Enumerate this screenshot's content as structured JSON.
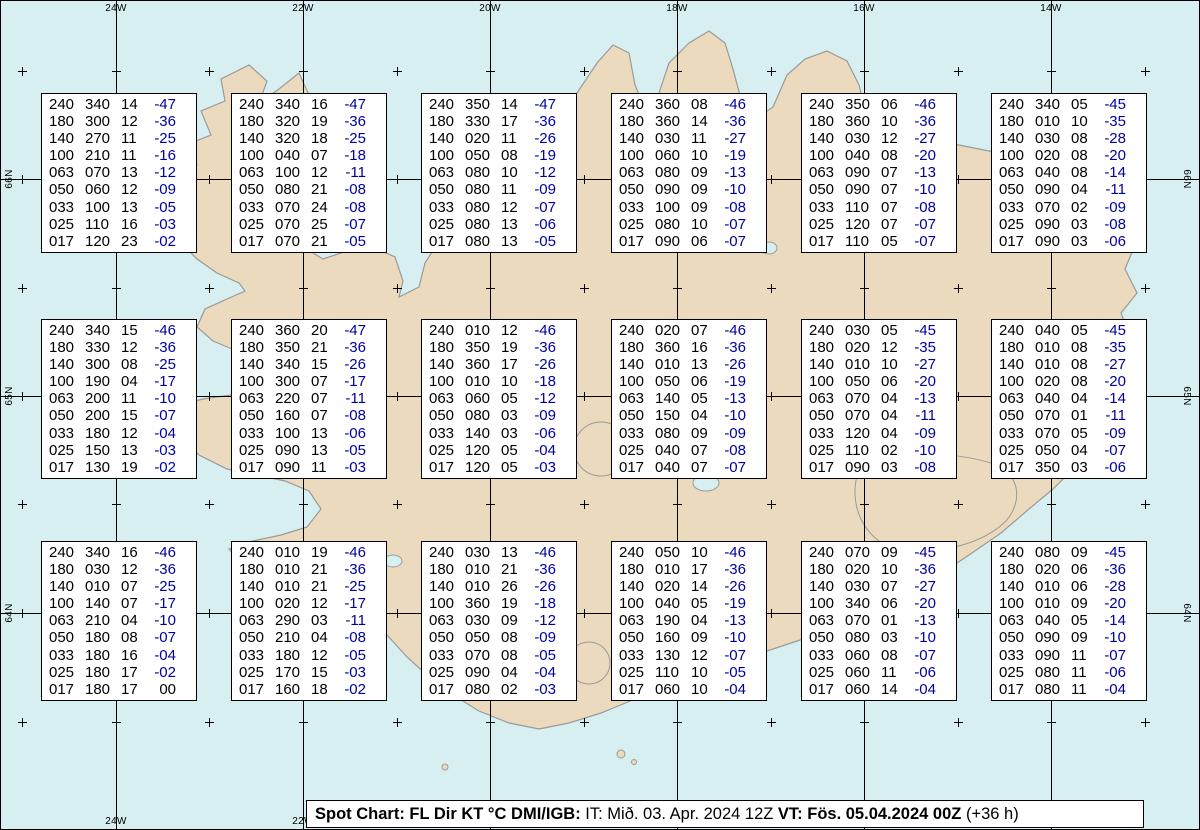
{
  "map": {
    "sea_color": "#d7eff1",
    "land_color": "#ecdabf",
    "coast_color": "#9a9a9a",
    "grid_color": "#000000",
    "temp_color": "#0000a0",
    "lon_labels": [
      "24W",
      "22W",
      "20W",
      "18W",
      "16W",
      "14W"
    ],
    "lat_labels": [
      "66N",
      "65N",
      "64N"
    ]
  },
  "stations": [
    [
      [
        "240",
        "340",
        "14",
        "-47"
      ],
      [
        "180",
        "300",
        "12",
        "-36"
      ],
      [
        "140",
        "270",
        "11",
        "-25"
      ],
      [
        "100",
        "210",
        "11",
        "-16"
      ],
      [
        "063",
        "070",
        "13",
        "-12"
      ],
      [
        "050",
        "060",
        "12",
        "-09"
      ],
      [
        "033",
        "100",
        "13",
        "-05"
      ],
      [
        "025",
        "110",
        "16",
        "-03"
      ],
      [
        "017",
        "120",
        "23",
        "-02"
      ]
    ],
    [
      [
        "240",
        "340",
        "16",
        "-47"
      ],
      [
        "180",
        "320",
        "19",
        "-36"
      ],
      [
        "140",
        "320",
        "18",
        "-25"
      ],
      [
        "100",
        "040",
        "07",
        "-18"
      ],
      [
        "063",
        "100",
        "12",
        "-11"
      ],
      [
        "050",
        "080",
        "21",
        "-08"
      ],
      [
        "033",
        "070",
        "24",
        "-08"
      ],
      [
        "025",
        "070",
        "25",
        "-07"
      ],
      [
        "017",
        "070",
        "21",
        "-05"
      ]
    ],
    [
      [
        "240",
        "350",
        "14",
        "-47"
      ],
      [
        "180",
        "330",
        "17",
        "-36"
      ],
      [
        "140",
        "020",
        "11",
        "-26"
      ],
      [
        "100",
        "050",
        "08",
        "-19"
      ],
      [
        "063",
        "080",
        "10",
        "-12"
      ],
      [
        "050",
        "080",
        "11",
        "-09"
      ],
      [
        "033",
        "080",
        "12",
        "-07"
      ],
      [
        "025",
        "080",
        "13",
        "-06"
      ],
      [
        "017",
        "080",
        "13",
        "-05"
      ]
    ],
    [
      [
        "240",
        "360",
        "08",
        "-46"
      ],
      [
        "180",
        "360",
        "14",
        "-36"
      ],
      [
        "140",
        "030",
        "11",
        "-27"
      ],
      [
        "100",
        "060",
        "10",
        "-19"
      ],
      [
        "063",
        "080",
        "09",
        "-13"
      ],
      [
        "050",
        "090",
        "09",
        "-10"
      ],
      [
        "033",
        "100",
        "09",
        "-08"
      ],
      [
        "025",
        "080",
        "10",
        "-07"
      ],
      [
        "017",
        "090",
        "06",
        "-07"
      ]
    ],
    [
      [
        "240",
        "350",
        "06",
        "-46"
      ],
      [
        "180",
        "360",
        "10",
        "-36"
      ],
      [
        "140",
        "030",
        "12",
        "-27"
      ],
      [
        "100",
        "040",
        "08",
        "-20"
      ],
      [
        "063",
        "090",
        "07",
        "-13"
      ],
      [
        "050",
        "090",
        "07",
        "-10"
      ],
      [
        "033",
        "110",
        "07",
        "-08"
      ],
      [
        "025",
        "120",
        "07",
        "-07"
      ],
      [
        "017",
        "110",
        "05",
        "-07"
      ]
    ],
    [
      [
        "240",
        "340",
        "05",
        "-45"
      ],
      [
        "180",
        "010",
        "10",
        "-35"
      ],
      [
        "140",
        "030",
        "08",
        "-28"
      ],
      [
        "100",
        "020",
        "08",
        "-20"
      ],
      [
        "063",
        "040",
        "08",
        "-14"
      ],
      [
        "050",
        "090",
        "04",
        "-11"
      ],
      [
        "033",
        "070",
        "02",
        "-09"
      ],
      [
        "025",
        "090",
        "03",
        "-08"
      ],
      [
        "017",
        "090",
        "03",
        "-06"
      ]
    ],
    [
      [
        "240",
        "340",
        "15",
        "-46"
      ],
      [
        "180",
        "330",
        "12",
        "-36"
      ],
      [
        "140",
        "300",
        "08",
        "-25"
      ],
      [
        "100",
        "190",
        "04",
        "-17"
      ],
      [
        "063",
        "200",
        "11",
        "-10"
      ],
      [
        "050",
        "200",
        "15",
        "-07"
      ],
      [
        "033",
        "180",
        "12",
        "-04"
      ],
      [
        "025",
        "150",
        "13",
        "-03"
      ],
      [
        "017",
        "130",
        "19",
        "-02"
      ]
    ],
    [
      [
        "240",
        "360",
        "20",
        "-47"
      ],
      [
        "180",
        "350",
        "21",
        "-36"
      ],
      [
        "140",
        "340",
        "15",
        "-26"
      ],
      [
        "100",
        "300",
        "07",
        "-17"
      ],
      [
        "063",
        "220",
        "07",
        "-11"
      ],
      [
        "050",
        "160",
        "07",
        "-08"
      ],
      [
        "033",
        "100",
        "13",
        "-06"
      ],
      [
        "025",
        "090",
        "13",
        "-05"
      ],
      [
        "017",
        "090",
        "11",
        "-03"
      ]
    ],
    [
      [
        "240",
        "010",
        "12",
        "-46"
      ],
      [
        "180",
        "350",
        "19",
        "-36"
      ],
      [
        "140",
        "360",
        "17",
        "-26"
      ],
      [
        "100",
        "010",
        "10",
        "-18"
      ],
      [
        "063",
        "060",
        "05",
        "-12"
      ],
      [
        "050",
        "080",
        "03",
        "-09"
      ],
      [
        "033",
        "140",
        "03",
        "-06"
      ],
      [
        "025",
        "120",
        "05",
        "-04"
      ],
      [
        "017",
        "120",
        "05",
        "-03"
      ]
    ],
    [
      [
        "240",
        "020",
        "07",
        "-46"
      ],
      [
        "180",
        "360",
        "16",
        "-36"
      ],
      [
        "140",
        "010",
        "13",
        "-26"
      ],
      [
        "100",
        "050",
        "06",
        "-19"
      ],
      [
        "063",
        "140",
        "05",
        "-13"
      ],
      [
        "050",
        "150",
        "04",
        "-10"
      ],
      [
        "033",
        "080",
        "09",
        "-09"
      ],
      [
        "025",
        "040",
        "07",
        "-08"
      ],
      [
        "017",
        "040",
        "07",
        "-07"
      ]
    ],
    [
      [
        "240",
        "030",
        "05",
        "-45"
      ],
      [
        "180",
        "020",
        "12",
        "-35"
      ],
      [
        "140",
        "010",
        "10",
        "-27"
      ],
      [
        "100",
        "050",
        "06",
        "-20"
      ],
      [
        "063",
        "070",
        "04",
        "-13"
      ],
      [
        "050",
        "070",
        "04",
        "-11"
      ],
      [
        "033",
        "120",
        "04",
        "-09"
      ],
      [
        "025",
        "110",
        "02",
        "-10"
      ],
      [
        "017",
        "090",
        "03",
        "-08"
      ]
    ],
    [
      [
        "240",
        "040",
        "05",
        "-45"
      ],
      [
        "180",
        "010",
        "08",
        "-35"
      ],
      [
        "140",
        "010",
        "08",
        "-27"
      ],
      [
        "100",
        "020",
        "08",
        "-20"
      ],
      [
        "063",
        "040",
        "04",
        "-14"
      ],
      [
        "050",
        "070",
        "01",
        "-11"
      ],
      [
        "033",
        "070",
        "05",
        "-09"
      ],
      [
        "025",
        "050",
        "04",
        "-07"
      ],
      [
        "017",
        "350",
        "03",
        "-06"
      ]
    ],
    [
      [
        "240",
        "340",
        "16",
        "-46"
      ],
      [
        "180",
        "030",
        "12",
        "-36"
      ],
      [
        "140",
        "010",
        "07",
        "-25"
      ],
      [
        "100",
        "140",
        "07",
        "-17"
      ],
      [
        "063",
        "210",
        "04",
        "-10"
      ],
      [
        "050",
        "180",
        "08",
        "-07"
      ],
      [
        "033",
        "180",
        "16",
        "-04"
      ],
      [
        "025",
        "180",
        "17",
        "-02"
      ],
      [
        "017",
        "180",
        "17",
        "00"
      ]
    ],
    [
      [
        "240",
        "010",
        "19",
        "-46"
      ],
      [
        "180",
        "010",
        "21",
        "-36"
      ],
      [
        "140",
        "010",
        "21",
        "-25"
      ],
      [
        "100",
        "020",
        "12",
        "-17"
      ],
      [
        "063",
        "290",
        "03",
        "-11"
      ],
      [
        "050",
        "210",
        "04",
        "-08"
      ],
      [
        "033",
        "180",
        "12",
        "-05"
      ],
      [
        "025",
        "170",
        "15",
        "-03"
      ],
      [
        "017",
        "160",
        "18",
        "-02"
      ]
    ],
    [
      [
        "240",
        "030",
        "13",
        "-46"
      ],
      [
        "180",
        "010",
        "21",
        "-36"
      ],
      [
        "140",
        "010",
        "26",
        "-26"
      ],
      [
        "100",
        "360",
        "19",
        "-18"
      ],
      [
        "063",
        "030",
        "09",
        "-12"
      ],
      [
        "050",
        "050",
        "08",
        "-09"
      ],
      [
        "033",
        "070",
        "08",
        "-05"
      ],
      [
        "025",
        "090",
        "04",
        "-04"
      ],
      [
        "017",
        "080",
        "02",
        "-03"
      ]
    ],
    [
      [
        "240",
        "050",
        "10",
        "-46"
      ],
      [
        "180",
        "010",
        "17",
        "-36"
      ],
      [
        "140",
        "020",
        "14",
        "-26"
      ],
      [
        "100",
        "040",
        "05",
        "-19"
      ],
      [
        "063",
        "190",
        "04",
        "-13"
      ],
      [
        "050",
        "160",
        "09",
        "-10"
      ],
      [
        "033",
        "130",
        "12",
        "-07"
      ],
      [
        "025",
        "110",
        "10",
        "-05"
      ],
      [
        "017",
        "060",
        "10",
        "-04"
      ]
    ],
    [
      [
        "240",
        "070",
        "09",
        "-45"
      ],
      [
        "180",
        "020",
        "10",
        "-36"
      ],
      [
        "140",
        "030",
        "07",
        "-27"
      ],
      [
        "100",
        "340",
        "06",
        "-20"
      ],
      [
        "063",
        "070",
        "01",
        "-13"
      ],
      [
        "050",
        "080",
        "03",
        "-10"
      ],
      [
        "033",
        "060",
        "08",
        "-07"
      ],
      [
        "025",
        "060",
        "11",
        "-06"
      ],
      [
        "017",
        "060",
        "14",
        "-04"
      ]
    ],
    [
      [
        "240",
        "080",
        "09",
        "-45"
      ],
      [
        "180",
        "020",
        "06",
        "-36"
      ],
      [
        "140",
        "010",
        "06",
        "-28"
      ],
      [
        "100",
        "010",
        "09",
        "-20"
      ],
      [
        "063",
        "040",
        "05",
        "-14"
      ],
      [
        "050",
        "090",
        "09",
        "-10"
      ],
      [
        "033",
        "090",
        "11",
        "-07"
      ],
      [
        "025",
        "080",
        "11",
        "-06"
      ],
      [
        "017",
        "080",
        "11",
        "-04"
      ]
    ]
  ],
  "footer": {
    "segments": [
      {
        "text": "Spot Chart: FL Dir KT °C ",
        "bold": true
      },
      {
        "text": "DMI/IGB:",
        "bold": true
      },
      {
        "text": " IT: Mið. 03. Apr. 2024 12Z ",
        "bold": false
      },
      {
        "text": "VT: Fös. 05.04.2024 00Z",
        "bold": true
      },
      {
        "text": " (+36 h)",
        "bold": false
      }
    ]
  }
}
